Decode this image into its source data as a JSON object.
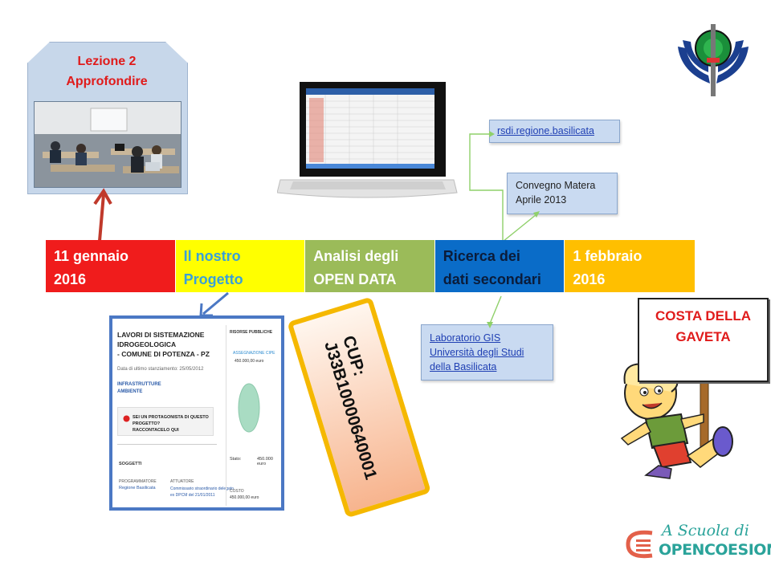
{
  "lesson": {
    "line1": "Lezione 2",
    "line2": "Approfondire"
  },
  "timeline": [
    {
      "line1": "11 gennaio",
      "line2": "2016",
      "bg": "#f01c1c",
      "fg": "#ffffff"
    },
    {
      "line1": "Il nostro",
      "line2": "Progetto",
      "bg": "#ffff00",
      "fg": "#39a0d8"
    },
    {
      "line1": "Analisi degli",
      "line2": "OPEN DATA",
      "bg": "#9bbb59",
      "fg": "#ffffff"
    },
    {
      "line1": "Ricerca dei",
      "line2": "dati secondari",
      "bg": "#0a6cc8",
      "fg": "#0b1c3a"
    },
    {
      "line1": "1 febbraio",
      "line2": "2016",
      "bg": "#ffbf00",
      "fg": "#ffffff"
    }
  ],
  "callouts": {
    "rsdi": "rsdi.regione.basilicata",
    "convegno_line1": "Convegno Matera",
    "convegno_line2": "Aprile 2013",
    "gis_line1": "Laboratorio GIS",
    "gis_line2": "Università degli Studi",
    "gis_line3": "della Basilicata"
  },
  "project": {
    "title_line1": "LAVORI DI SISTEMAZIONE IDROGEOLOGICA",
    "title_line2": "- COMUNE DI POTENZA - PZ",
    "date_label": "Data di ultimo stanziamento: 25/05/2012",
    "category_line1": "INFRASTRUTTURE",
    "category_line2": "AMBIENTE",
    "protagonist_line1": "SEI UN PROTAGONISTA DI QUESTO PROGETTO?",
    "protagonist_line2": "RACCONTACELO QUI",
    "resources_header": "RISORSE PUBBLICHE",
    "assignment_label": "ASSEGNAZIONE CIPE",
    "assignment_value": "450.000,00 euro",
    "total_label": "Stato:",
    "total_value": "450.000 euro",
    "subjects_header": "SOGGETTI",
    "programmer_label": "PROGRAMMATORE",
    "programmer_value": "Regione Basilicata",
    "implementer_label": "ATTUATORE",
    "implementer_line1": "Commissario straordinario delegato",
    "implementer_line2": "ex DPCM del 21/01/2011",
    "cost_label": "COSTO",
    "cost_value": "450.000,00 euro"
  },
  "cup": {
    "line1": "CUP:",
    "line2": "J33B10000640001"
  },
  "sign": {
    "line1": "COSTA DELLA",
    "line2": "GAVETA"
  },
  "brand": {
    "line1": "A Scuola di",
    "line2": "OPENCOESIONE"
  },
  "colors": {
    "lesson_text": "#e01b1b",
    "arrow_red": "#c0392b",
    "arrow_blue": "#4b78c4",
    "connector": "#8fd06a",
    "brand": "#e3604a"
  }
}
